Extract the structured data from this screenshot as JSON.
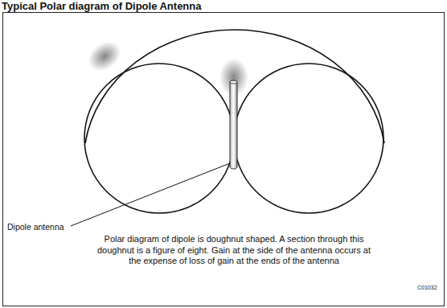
{
  "diagram": {
    "title": "Typical Polar diagram of Dipole Antenna",
    "caption": "Polar diagram of dipole is doughnut shaped. A section through this doughnut is a figure of eight. Gain at the side of the antenna occurs at the expense of loss of gain at the ends of the antenna",
    "labels": [
      "Dipole antenna",
      "C01032"
    ]
  }
}
